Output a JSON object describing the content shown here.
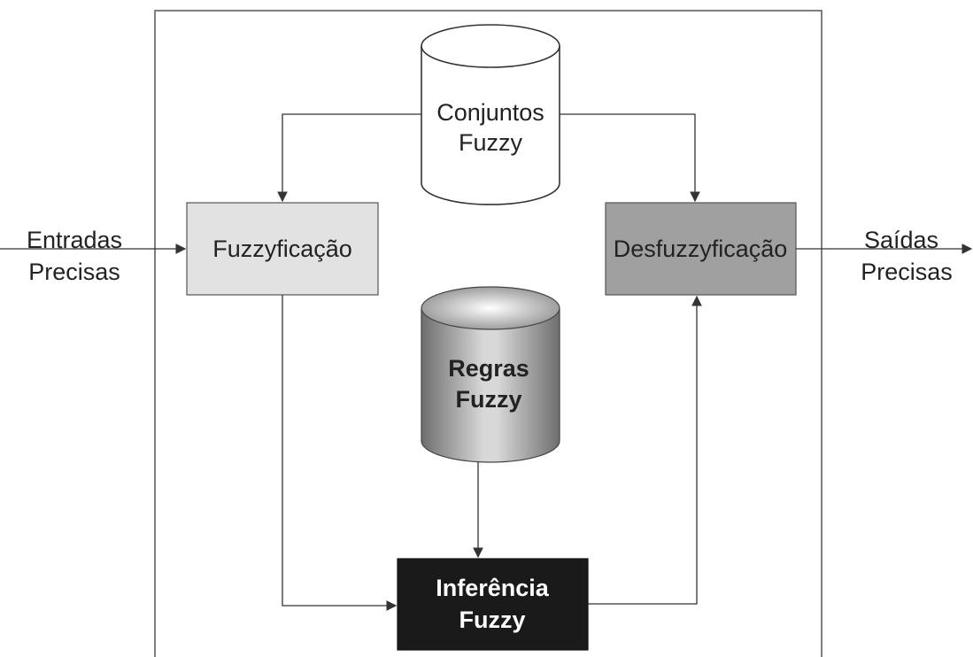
{
  "nodes": {
    "conjuntos": {
      "line1": "Conjuntos",
      "line2": "Fuzzy"
    },
    "fuzzyficacao": {
      "label": "Fuzzyficação"
    },
    "desfuzzyficacao": {
      "label": "Desfuzzyficação"
    },
    "regras": {
      "line1": "Regras",
      "line2": "Fuzzy"
    },
    "inferencia": {
      "line1": "Inferência",
      "line2": "Fuzzy"
    }
  },
  "inputs": {
    "line1": "Entradas",
    "line2": "Precisas"
  },
  "outputs": {
    "line1": "Saídas",
    "line2": "Precisas"
  },
  "colors": {
    "fuzzyficacao_fill": "#e2e2e2",
    "desfuzzyficacao_fill": "#a0a0a0",
    "inferencia_fill": "#1a1a1a",
    "regras_fill_light": "#f2f2f2",
    "regras_fill_dark": "#707070",
    "line": "#333333"
  }
}
